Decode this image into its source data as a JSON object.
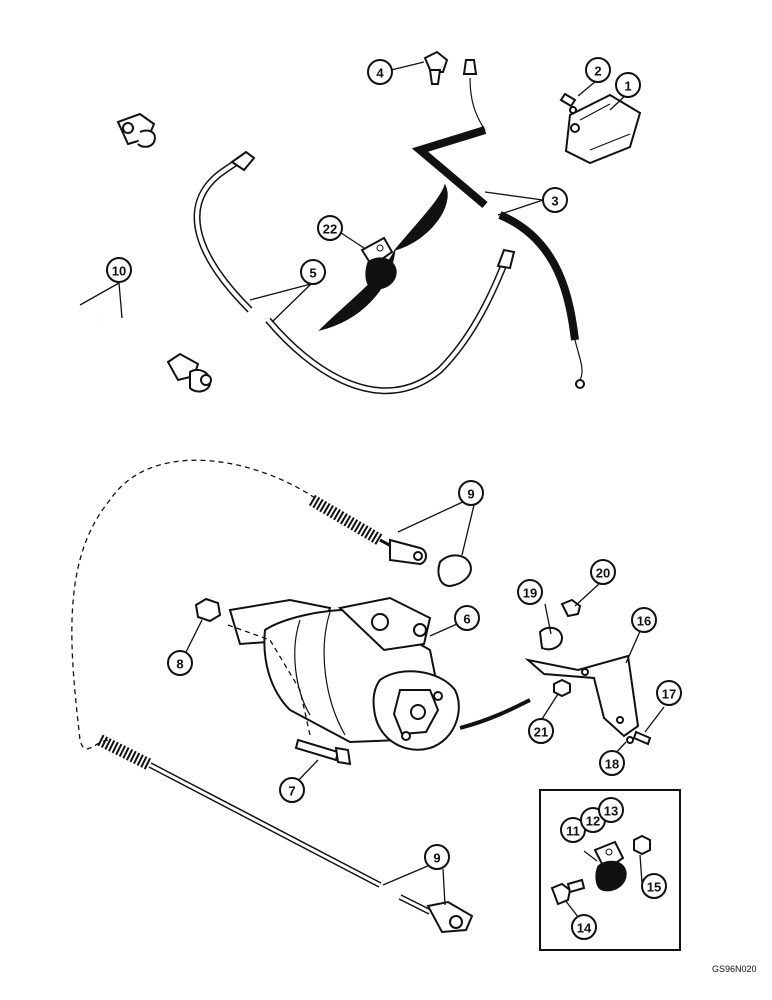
{
  "figure_code": "GS96N020",
  "callouts": [
    "1",
    "2",
    "3",
    "4",
    "5",
    "6",
    "7",
    "8",
    "9",
    "10",
    "11",
    "12",
    "13",
    "14",
    "15",
    "16",
    "17",
    "18",
    "19",
    "20",
    "21",
    "22"
  ],
  "callout_9_second": "9"
}
